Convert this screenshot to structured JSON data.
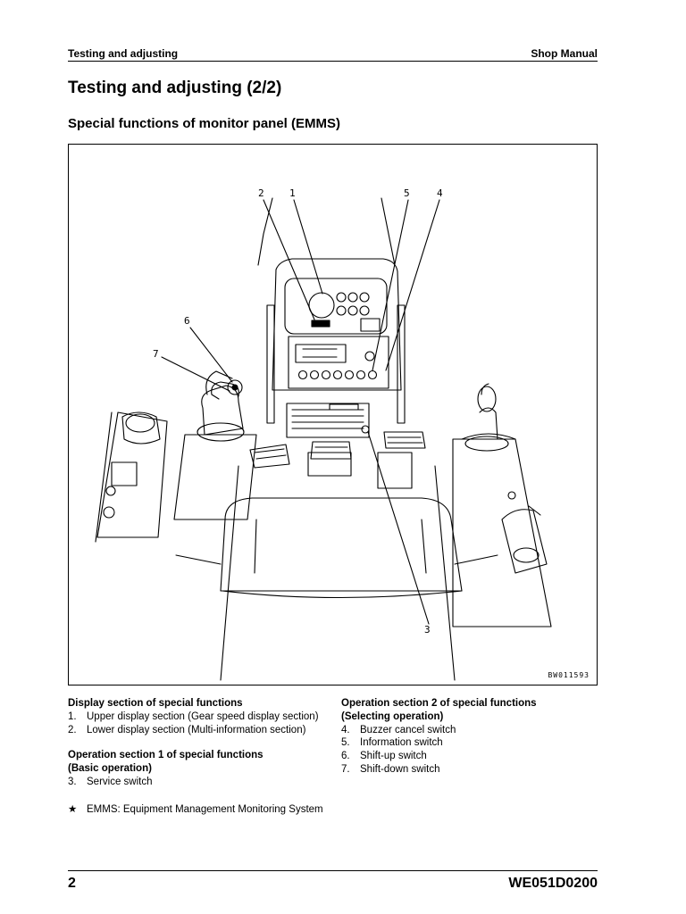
{
  "header": {
    "left": "Testing and adjusting",
    "right": "Shop Manual"
  },
  "title": "Testing and adjusting (2/2)",
  "subtitle": "Special functions of monitor panel (EMMS)",
  "figure": {
    "code": "BW011593",
    "callouts": [
      "1",
      "2",
      "3",
      "4",
      "5",
      "6",
      "7"
    ]
  },
  "left_column": {
    "display_heading": "Display section of special functions",
    "display_items": [
      {
        "num": "1.",
        "text": "Upper display section (Gear speed display section)"
      },
      {
        "num": "2.",
        "text": "Lower display section (Multi-information section)"
      }
    ],
    "op1_heading_line1": "Operation section 1 of special functions",
    "op1_heading_line2": "(Basic operation)",
    "op1_items": [
      {
        "num": "3.",
        "text": "Service switch"
      }
    ]
  },
  "right_column": {
    "op2_heading_line1": "Operation section 2 of special functions",
    "op2_heading_line2": "(Selecting operation)",
    "op2_items": [
      {
        "num": "4.",
        "text": "Buzzer cancel switch"
      },
      {
        "num": "5.",
        "text": "Information switch"
      },
      {
        "num": "6.",
        "text": "Shift-up switch"
      },
      {
        "num": "7.",
        "text": "Shift-down switch"
      }
    ]
  },
  "note": {
    "star": "★",
    "text": "EMMS: Equipment Management Monitoring System"
  },
  "footer": {
    "page": "2",
    "doc_code": "WE051D0200"
  }
}
